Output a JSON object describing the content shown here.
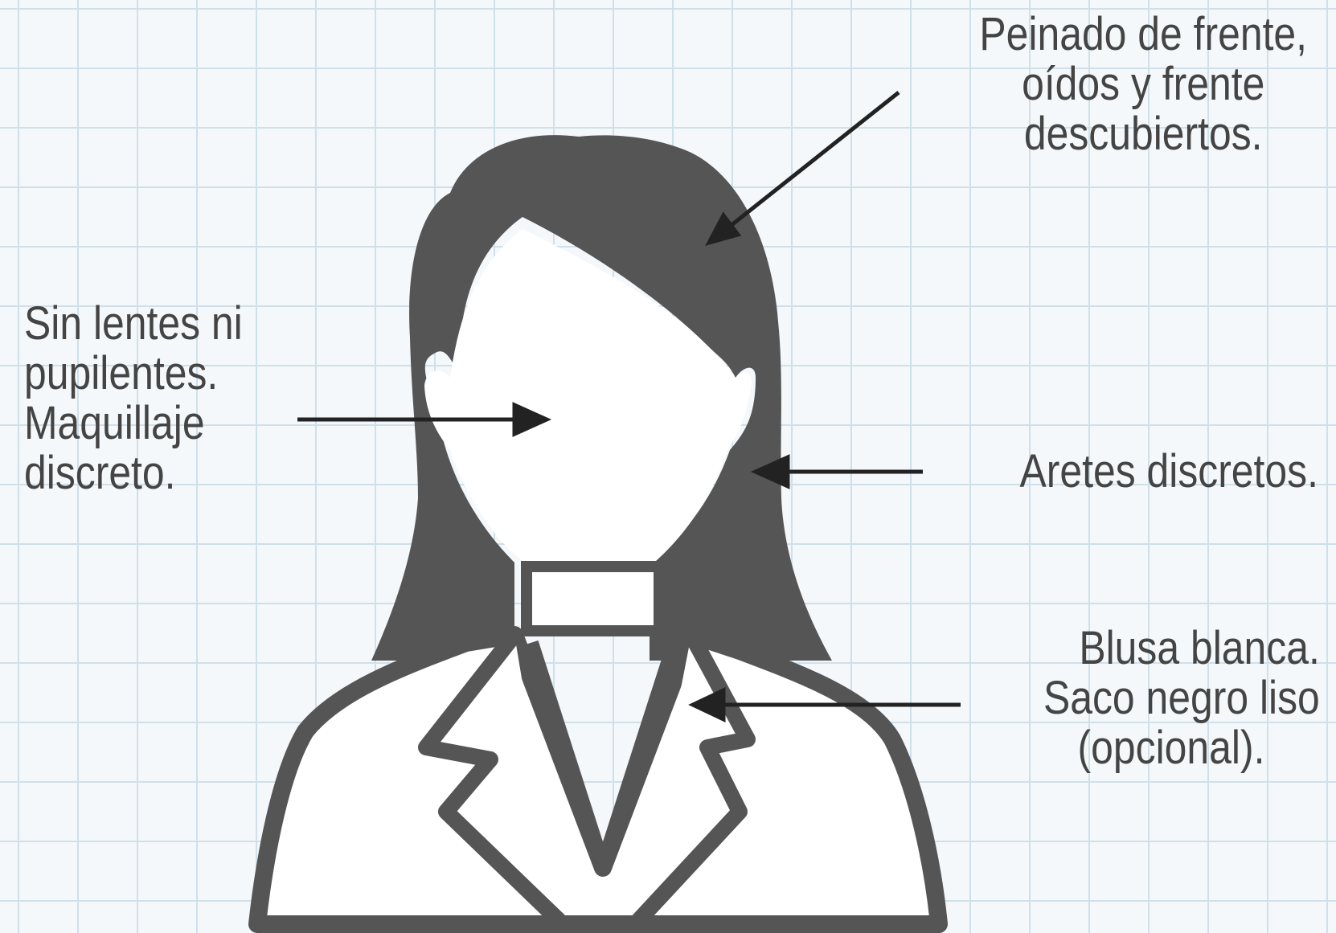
{
  "annotations": {
    "hair": [
      "Peinado de frente,",
      "oídos y frente",
      "descubiertos."
    ],
    "face": [
      "Sin lentes ni",
      "pupilentes.",
      "Maquillaje",
      "discreto."
    ],
    "earrings": "Aretes discretos.",
    "clothing": [
      "Blusa blanca.",
      "Saco negro liso",
      "(opcional)."
    ]
  },
  "colors": {
    "silhouette": "#555555",
    "background": "#f4f8fa",
    "grid": "#cfe0ea",
    "text": "#444444"
  }
}
